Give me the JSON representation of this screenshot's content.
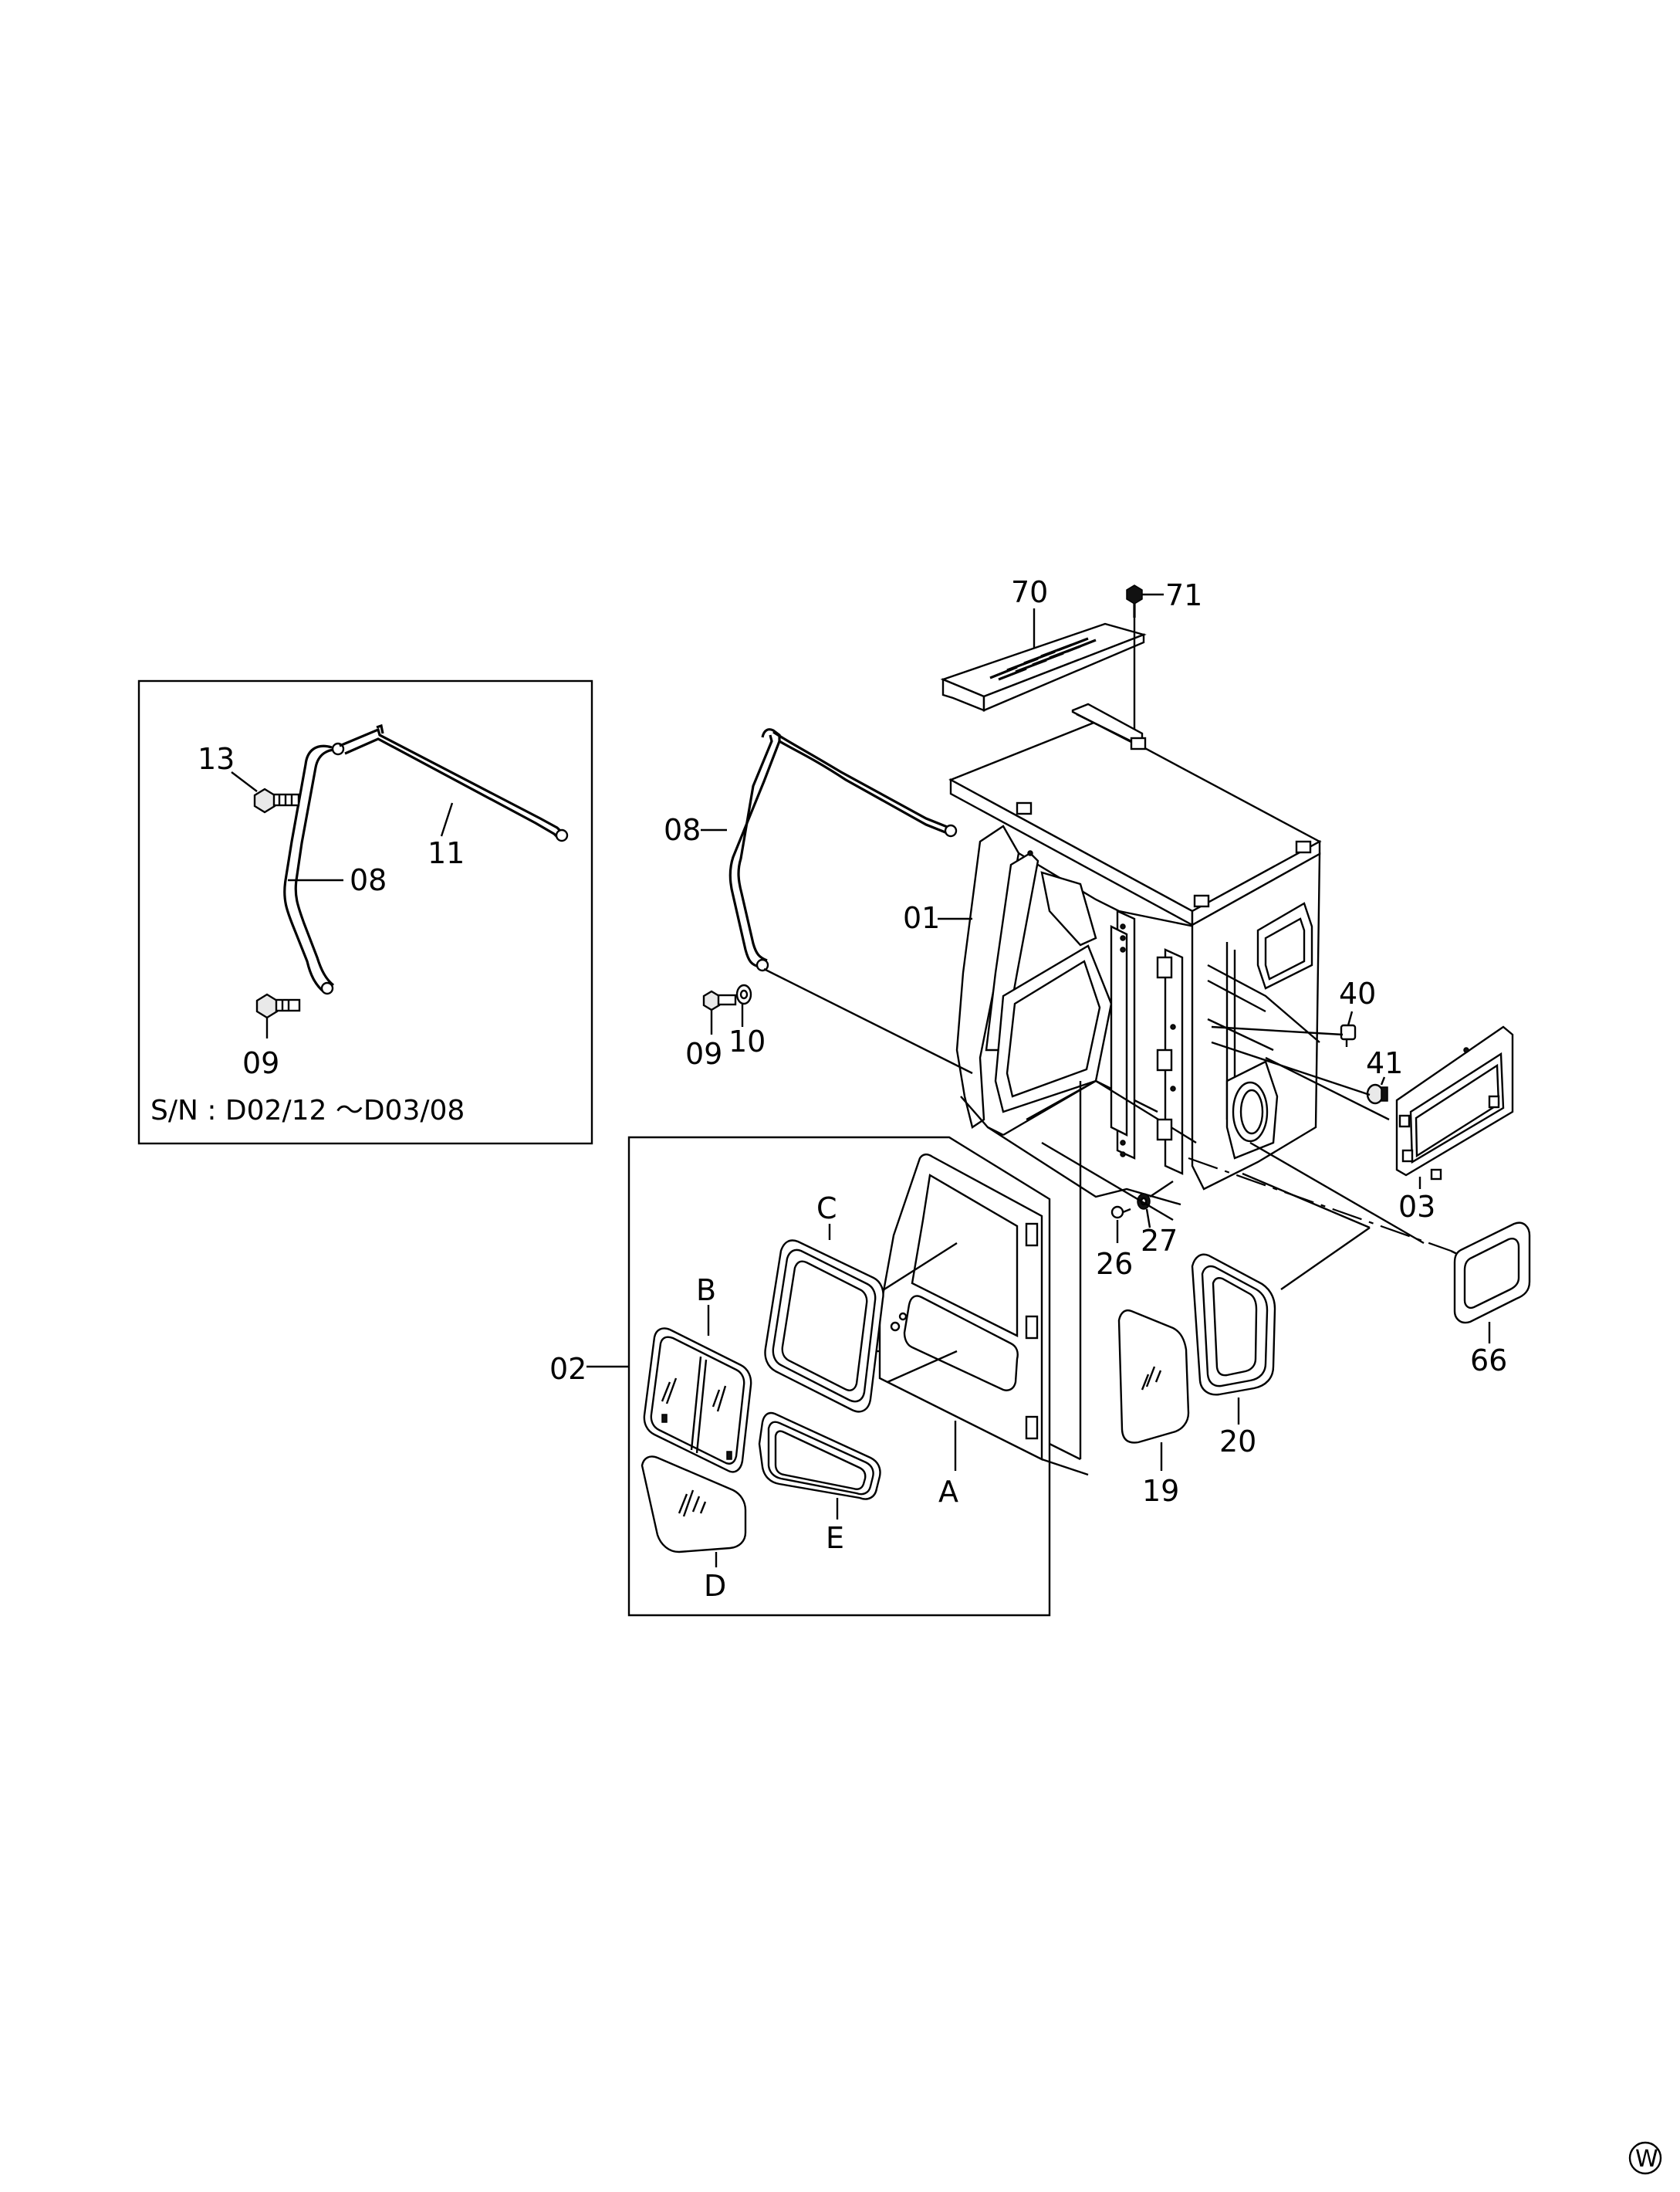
{
  "inset_box": {
    "serial_note": "S/N  :  D02/12  ～D03/08"
  },
  "callouts": {
    "c70": "70",
    "c71": "71",
    "c08_main": "08",
    "c01": "01",
    "c09_main": "09",
    "c10": "10",
    "c40": "40",
    "c41": "41",
    "c03": "03",
    "c26": "26",
    "c27": "27",
    "c66": "66",
    "c20": "20",
    "c19": "19",
    "c02": "02",
    "c13": "13",
    "c11": "11",
    "c08_inset": "08",
    "c09_inset": "09"
  },
  "door_group": {
    "label_A": "A",
    "label_B": "B",
    "label_C": "C",
    "label_D": "D",
    "label_E": "E"
  },
  "corner_mark": "W"
}
